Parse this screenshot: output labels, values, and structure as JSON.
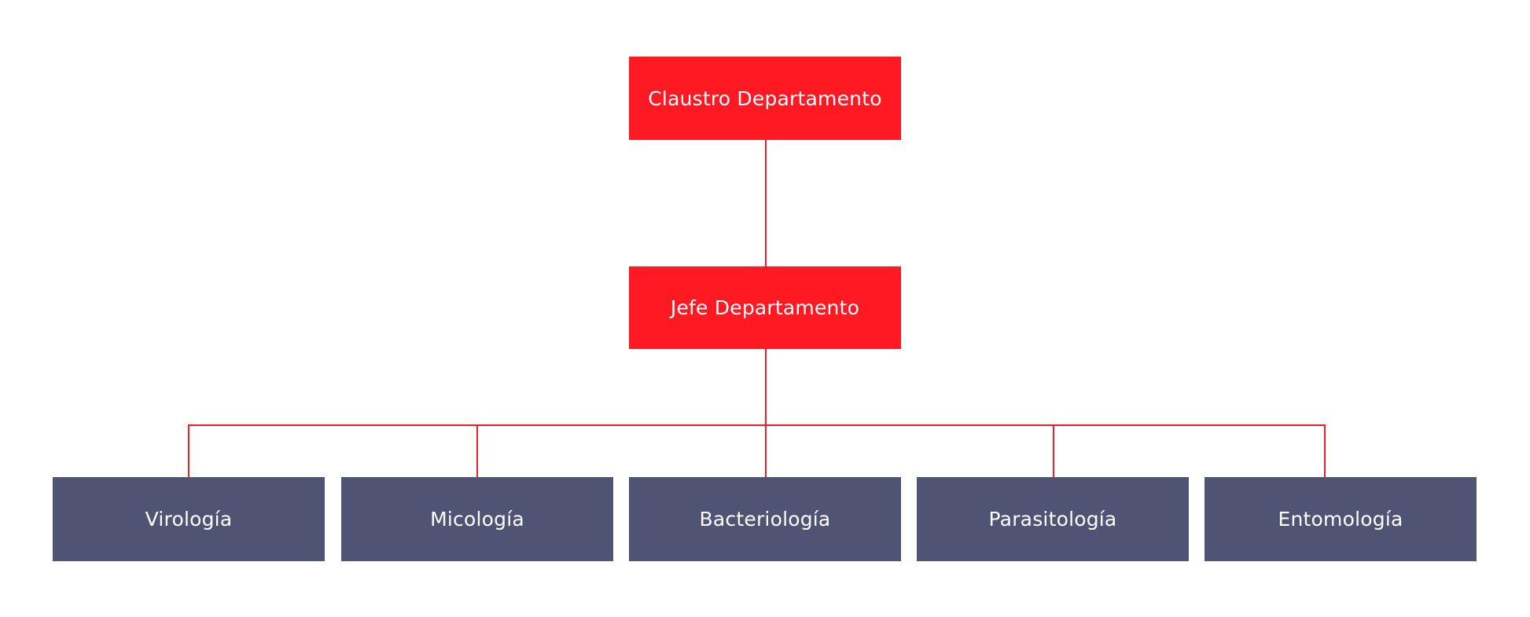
{
  "colors": {
    "leadership_box": "#fe1923",
    "unit_box": "#4f5474",
    "connector": "#e8212b",
    "box_text": "#ffffff",
    "background": "#ffffff"
  },
  "org_chart": {
    "root": {
      "label": "Claustro Departamento"
    },
    "head": {
      "label": "Jefe Departamento"
    },
    "units": [
      {
        "label": "Virología"
      },
      {
        "label": "Micología"
      },
      {
        "label": "Bacteriología"
      },
      {
        "label": "Parasitología"
      },
      {
        "label": "Entomología"
      }
    ]
  }
}
